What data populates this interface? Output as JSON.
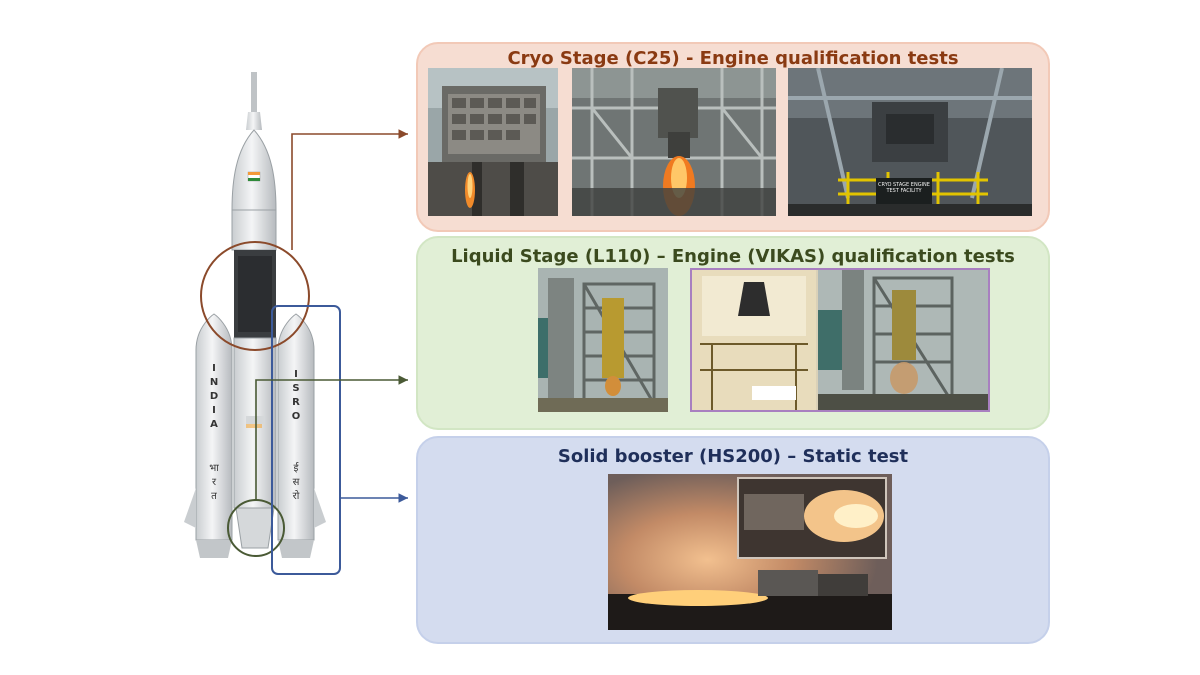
{
  "panels": {
    "cryo": {
      "title": "Cryo Stage (C25) - Engine qualification tests",
      "title_color": "#8a3a12",
      "fill": "#f6ddd2",
      "border": "#f2c9b7"
    },
    "liquid": {
      "title": "Liquid Stage (L110) – Engine (VIKAS) qualification tests",
      "title_color": "#3b4a1e",
      "fill": "#e1efd6",
      "border": "#d2e6c4"
    },
    "solid": {
      "title": "Solid booster (HS200) – Static test",
      "title_color": "#1f2f5a",
      "fill": "#d4dcef",
      "border": "#c5d0ea"
    }
  },
  "rocket": {
    "left_booster_text": [
      "I",
      "N",
      "D",
      "I",
      "A"
    ],
    "right_booster_text": [
      "I",
      "S",
      "R",
      "O"
    ],
    "left_booster_script": [
      "भा",
      "र",
      "त"
    ],
    "right_booster_script": [
      "ई",
      "स",
      "रो"
    ]
  },
  "connectors": {
    "cryo_color": "#8b4a2b",
    "liquid_color": "#4a5a35",
    "solid_color": "#3c5a9a"
  },
  "photo_signs": {
    "cryo_sign": "CRYO STAGE ENGINE TEST FACILITY"
  }
}
